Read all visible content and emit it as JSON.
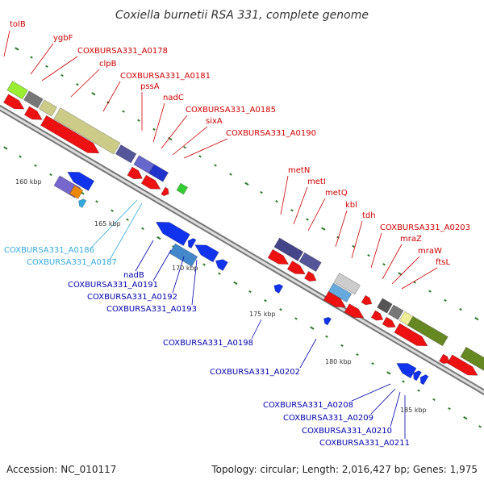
{
  "title": "Coxiella burnetii RSA 331, complete genome",
  "footer": {
    "accession": "Accession: NC_010117",
    "topology": "Topology: circular; Length: 2,016,427 bp; Genes: 1,975"
  },
  "colors": {
    "forward_label": "#cc0000",
    "reverse_label": "#0000aa",
    "rna_label": "#33aadd",
    "forward_gene": "#ee1111",
    "reverse_gene": "#1133ee",
    "backbone": "#888888",
    "tick": "#2a7a2a"
  },
  "scale_labels": [
    "160 kbp",
    "165 kbp",
    "170 kbp",
    "175 kbp",
    "180 kbp",
    "185 kbp"
  ],
  "labels_forward": [
    "tolB",
    "ygbF",
    "COXBURSA331_A0178",
    "clpB",
    "COXBURSA331_A0181",
    "pssA",
    "nadC",
    "COXBURSA331_A0185",
    "sixA",
    "COXBURSA331_A0190",
    "metN",
    "metI",
    "metQ",
    "kbl",
    "tdh",
    "COXBURSA331_A0203",
    "mraZ",
    "mraW",
    "ftsL"
  ],
  "labels_rna": [
    "COXBURSA331_A0186",
    "COXBURSA331_A0187"
  ],
  "labels_reverse": [
    "nadB",
    "COXBURSA331_A0191",
    "COXBURSA331_A0192",
    "COXBURSA331_A0193",
    "COXBURSA331_A0198",
    "COXBURSA331_A0202",
    "COXBURSA331_A0208",
    "COXBURSA331_A0209",
    "COXBURSA331_A0210",
    "COXBURSA331_A0211"
  ]
}
